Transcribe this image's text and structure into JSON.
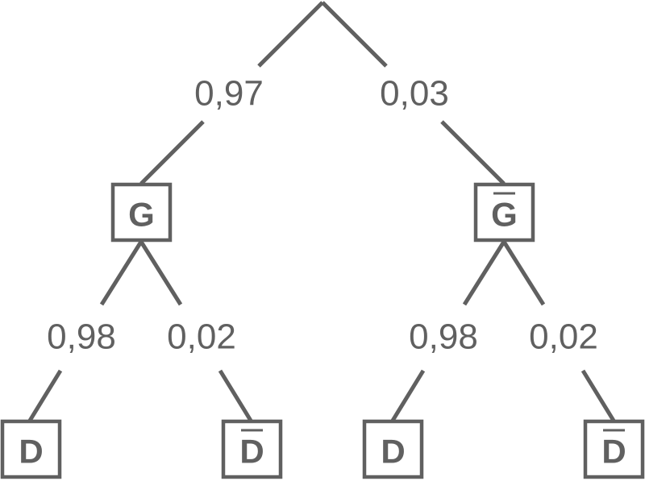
{
  "tree": {
    "level1": {
      "left": {
        "probability": "0,97",
        "node": "G",
        "complement": false
      },
      "right": {
        "probability": "0,03",
        "node": "G",
        "complement": true
      }
    },
    "level2": {
      "left_left": {
        "probability": "0,98",
        "node": "D",
        "complement": false
      },
      "left_right": {
        "probability": "0,02",
        "node": "D",
        "complement": true
      },
      "right_left": {
        "probability": "0,98",
        "node": "D",
        "complement": false
      },
      "right_right": {
        "probability": "0,02",
        "node": "D",
        "complement": true
      }
    }
  },
  "colors": {
    "stroke": "#606060",
    "text": "#606060",
    "background": "#ffffff"
  }
}
